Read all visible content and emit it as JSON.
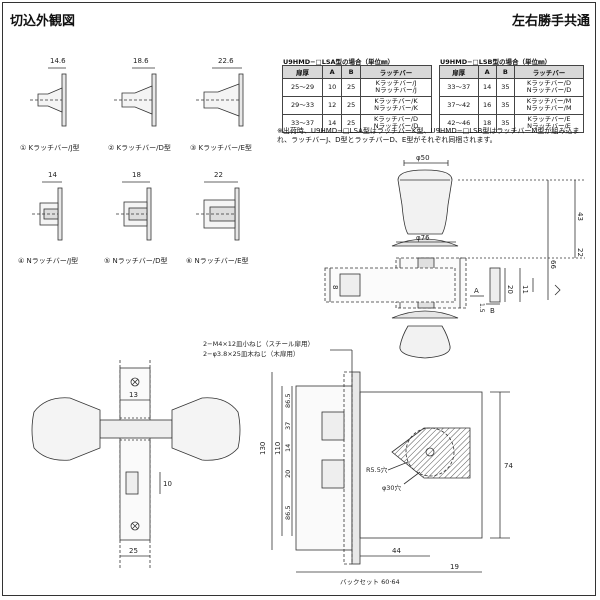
{
  "header": {
    "left": "切込外観図",
    "right": "左右勝手共通"
  },
  "table_lsa": {
    "title": "U9HMD−□LSA型の場合（単位㎜）",
    "columns": [
      "扉厚",
      "A",
      "B",
      "ラッチバー"
    ],
    "rows": [
      [
        "25〜29",
        "10",
        "25",
        [
          "Kラッチバー/J",
          "Nラッチバー/J"
        ]
      ],
      [
        "29〜33",
        "12",
        "25",
        [
          "Kラッチバー/K",
          "Nラッチバー/K"
        ]
      ],
      [
        "33〜37",
        "14",
        "25",
        [
          "Kラッチバー/D",
          "Nラッチバー/D"
        ]
      ]
    ]
  },
  "table_lsb": {
    "title": "U9HMD−□LSB型の場合（単位㎜）",
    "columns": [
      "扉厚",
      "A",
      "B",
      "ラッチバー"
    ],
    "rows": [
      [
        "33〜37",
        "14",
        "35",
        [
          "Kラッチバー/D",
          "Nラッチバー/D"
        ]
      ],
      [
        "37〜42",
        "16",
        "35",
        [
          "Kラッチバー/M",
          "Nラッチバー/M"
        ]
      ],
      [
        "42〜46",
        "18",
        "35",
        [
          "Kラッチバー/E",
          "Nラッチバー/E"
        ]
      ]
    ]
  },
  "note": "※出荷時、U9HMD−□LSA型はラッチバーK型、U9HMD−□LSB型はラッチバーM型が組み込まれ、ラッチバーJ、D型とラッチバーD、E型がそれぞれ同梱されます。",
  "latch_views": [
    {
      "dim": "14.6",
      "caption": "① Kラッチバー/J型"
    },
    {
      "dim": "18.6",
      "caption": "② Kラッチバー/D型"
    },
    {
      "dim": "22.6",
      "caption": "③ Kラッチバー/E型"
    },
    {
      "dim": "14",
      "caption": "④ Nラッチバー/J型"
    },
    {
      "dim": "18",
      "caption": "⑤ Nラッチバー/D型"
    },
    {
      "dim": "22",
      "caption": "⑥ Nラッチバー/E型"
    }
  ],
  "knob_side": {
    "top_diameter": "φ50",
    "rose_diameter": "φ76",
    "dims": {
      "d43": "43",
      "d22": "22",
      "d66": "66",
      "d8": "8",
      "d20": "20",
      "d11": "11",
      "dA": "A",
      "d15": "1.5",
      "dB": "B"
    }
  },
  "front_view": {
    "dims": {
      "d13": "13",
      "d10": "10",
      "d25": "25"
    }
  },
  "cutout": {
    "screw_notes": [
      "2−M4×12皿小ねじ（スチール扉用）",
      "2−φ3.8×25皿木ねじ（木扉用）"
    ],
    "dims": {
      "h130": "130",
      "h110": "110",
      "h86_5a": "86.5",
      "h37": "37",
      "h14": "14",
      "h86_5b": "86.5",
      "h20": "20",
      "h74": "74",
      "r55": "R5.5穴",
      "d30": "φ30穴",
      "w44": "44",
      "w19": "19",
      "backset": "バックセット 60·64"
    }
  }
}
